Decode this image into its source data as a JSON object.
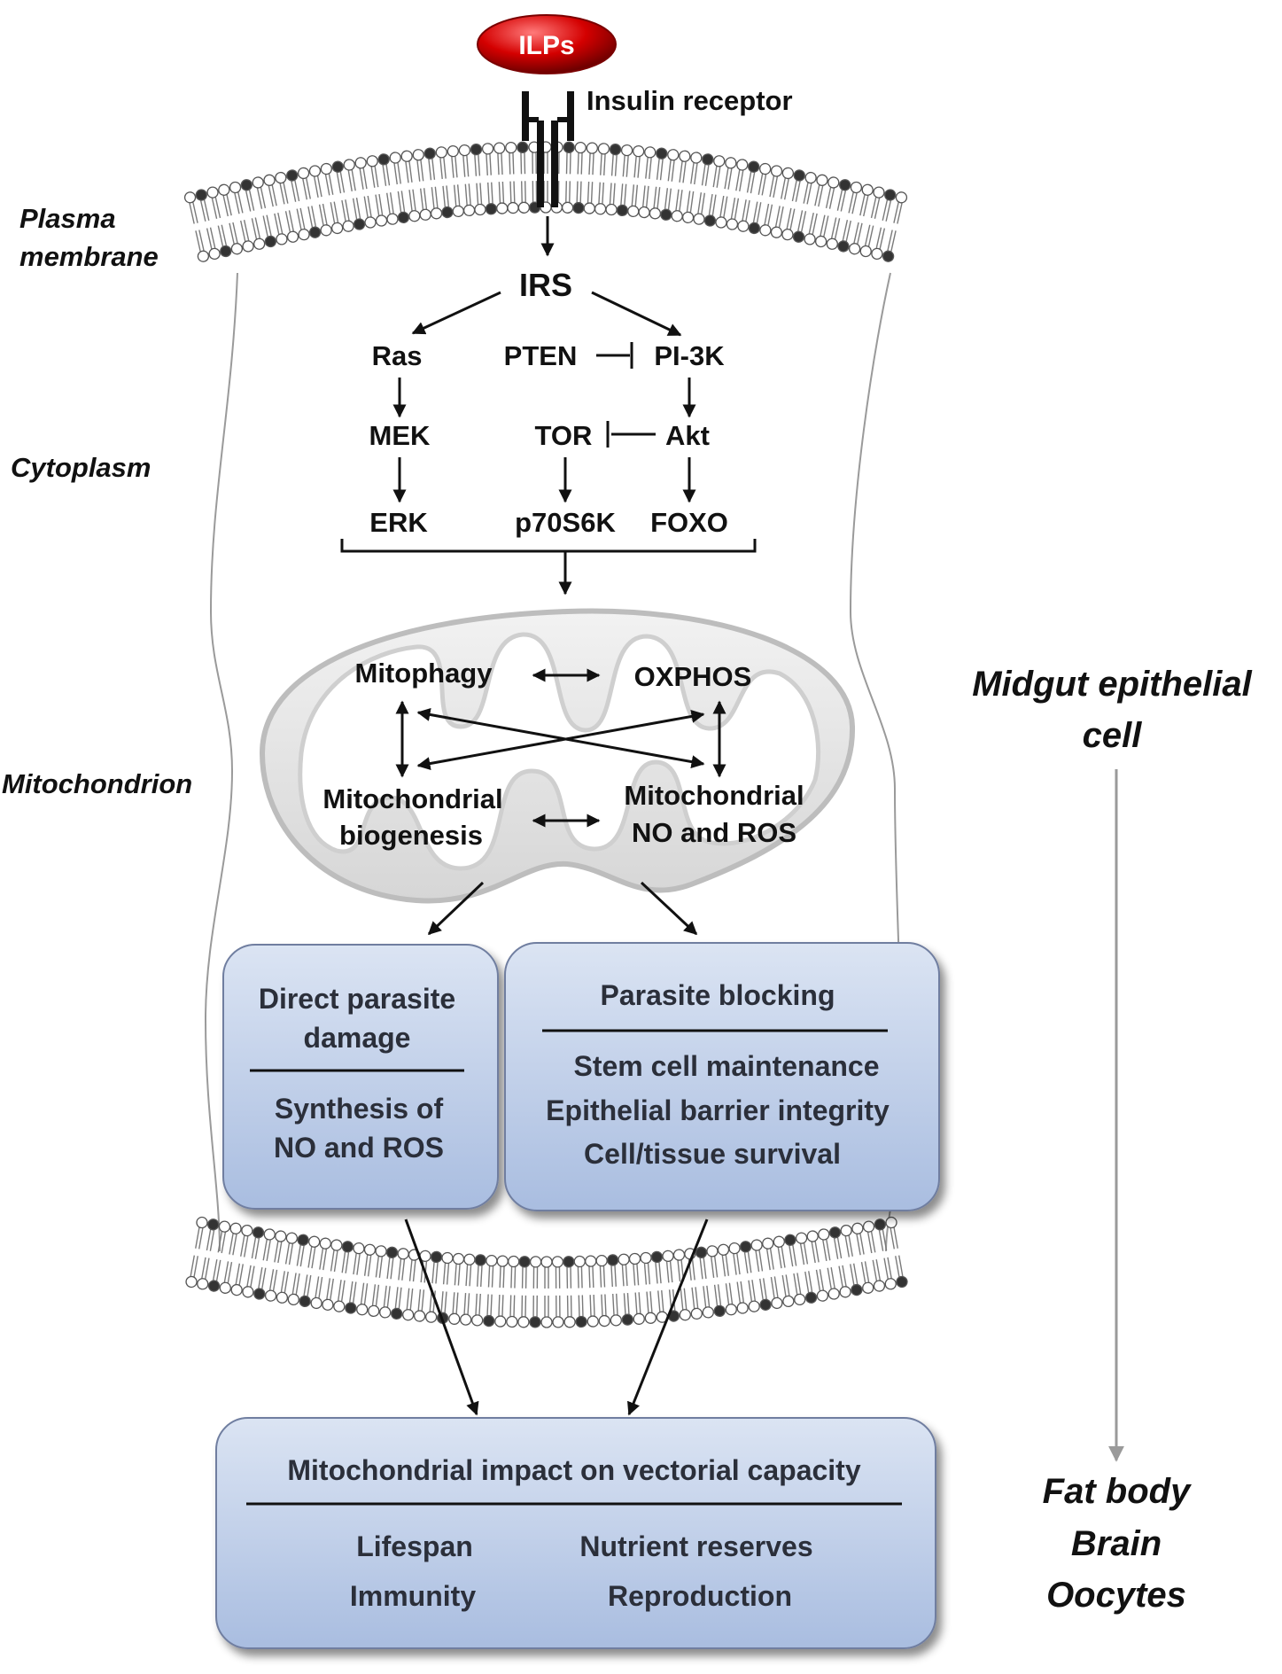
{
  "ligand": "ILPs",
  "receptor": "Insulin  receptor",
  "side_labels": {
    "plasma_membrane_1": "Plasma",
    "plasma_membrane_2": "membrane",
    "cytoplasm": "Cytoplasm",
    "mitochondrion": "Mitochondrion",
    "cell_1": "Midgut epithelial",
    "cell_2": "cell",
    "tissues": [
      "Fat body",
      "Brain",
      "Oocytes"
    ]
  },
  "pathway": {
    "irs": "IRS",
    "ras": "Ras",
    "pten": "PTEN",
    "pi3k": "PI-3K",
    "mek": "MEK",
    "tor": "TOR",
    "akt": "Akt",
    "erk": "ERK",
    "p70s6k": "p70S6K",
    "foxo": "FOXO"
  },
  "mito": {
    "mitophagy": "Mitophagy",
    "oxphos": "OXPHOS",
    "biogenesis_1": "Mitochondrial",
    "biogenesis_2": "biogenesis",
    "noros_1": "Mitochondrial",
    "noros_2": "NO and ROS"
  },
  "box_left": {
    "title_1": "Direct parasite",
    "title_2": "damage",
    "body_1": "Synthesis  of",
    "body_2": "NO and ROS"
  },
  "box_right": {
    "title": "Parasite blocking",
    "items": [
      "Stem  cell  maintenance",
      "Epithelial  barrier  integrity",
      "Cell/tissue  survival"
    ]
  },
  "box_bottom": {
    "title": "Mitochondrial  impact  on  vectorial  capacity",
    "items": [
      "Lifespan",
      "Nutrient reserves",
      "Immunity",
      "Reproduction"
    ]
  },
  "colors": {
    "box_fill_top": "#dbe4f3",
    "box_fill_bottom": "#a9bde0",
    "ligand_red": "#d40000",
    "membrane_dark": "#333333"
  }
}
